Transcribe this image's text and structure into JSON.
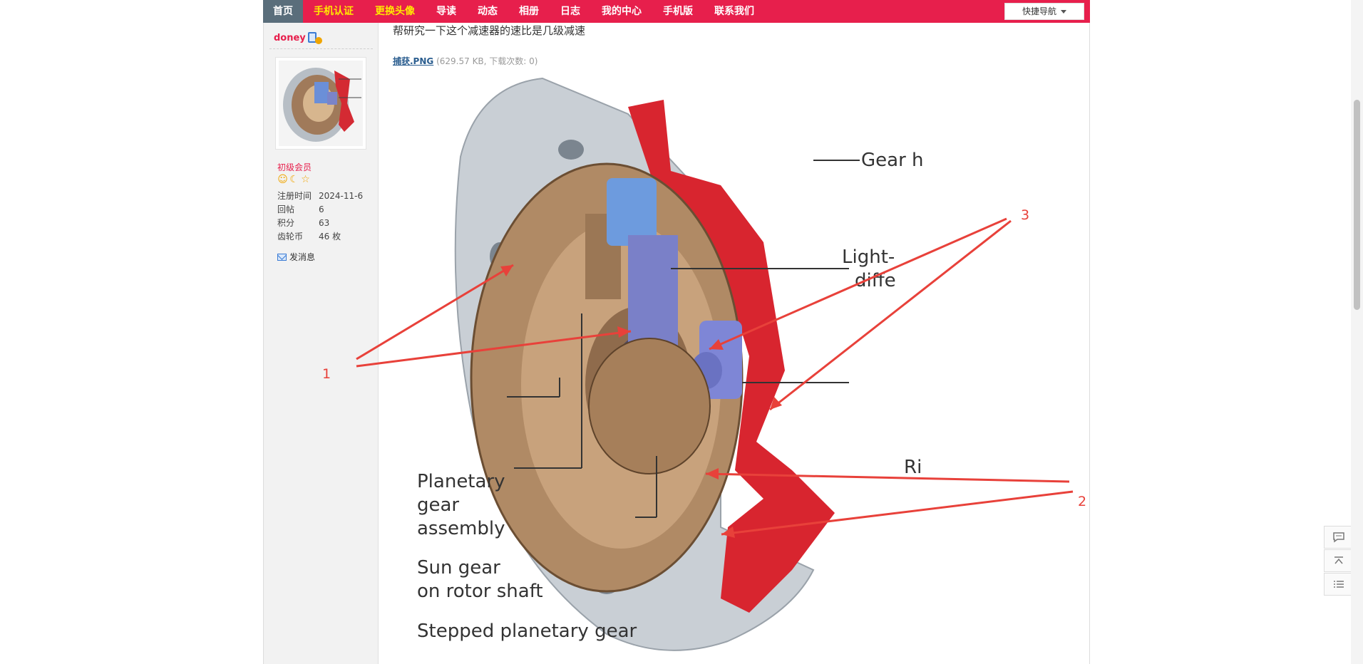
{
  "nav": {
    "items": [
      {
        "label": "首页",
        "style": "home"
      },
      {
        "label": "手机认证",
        "style": "yellow"
      },
      {
        "label": "更换头像",
        "style": "yellow"
      },
      {
        "label": "导读",
        "style": "normal"
      },
      {
        "label": "动态",
        "style": "normal"
      },
      {
        "label": "相册",
        "style": "normal"
      },
      {
        "label": "日志",
        "style": "normal"
      },
      {
        "label": "我的中心",
        "style": "normal"
      },
      {
        "label": "手机版",
        "style": "normal"
      },
      {
        "label": "联系我们",
        "style": "normal"
      }
    ],
    "quick_nav_label": "快捷导航",
    "bg_color": "#e71f4c",
    "home_bg_color": "#5a6e7b",
    "highlight_color": "#ffe800"
  },
  "user": {
    "name": "doney",
    "rank": "初级会员",
    "stats": [
      {
        "k": "注册时间",
        "v": "2024-11-6"
      },
      {
        "k": "回帖",
        "v": "6"
      },
      {
        "k": "积分",
        "v": "63"
      },
      {
        "k": "齿轮币",
        "v": "46 枚"
      }
    ],
    "send_message": "发消息"
  },
  "post": {
    "text": "帮研究一下这个减速器的速比是几级减速",
    "attachment": {
      "filename": "捕获.PNG",
      "meta": "(629.57 KB, 下载次数: 0)"
    },
    "image_labels": {
      "gear_h": "Gear h",
      "light": "Light-",
      "diffe": "diffe",
      "ri": "Ri",
      "planetary_1": "Planetary",
      "planetary_2": "gear",
      "planetary_3": "assembly",
      "sun_1": "Sun gear",
      "sun_2": "on rotor shaft",
      "stepped": "Stepped planetary gear"
    },
    "annotations": {
      "a1": "1",
      "a2": "2",
      "a3": "3"
    }
  }
}
